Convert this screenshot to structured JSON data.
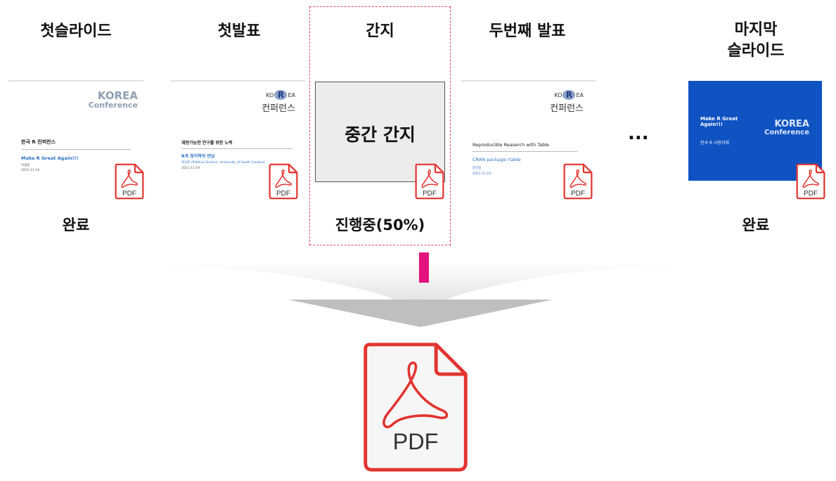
{
  "stages": [
    {
      "title": "첫슬라이드",
      "status": "완료",
      "slide": {
        "logo_line1": "KOREA",
        "logo_line2": "Conference",
        "heading": "한국 R 컨퍼런스",
        "subtitle": "Make R Great Again!!!",
        "author": "이광춘",
        "date": "2021-11-19"
      }
    },
    {
      "title": "첫발표",
      "status": "",
      "slide": {
        "logo_line1_left": "KO",
        "logo_line1_r": "R",
        "logo_line1_right": "EA",
        "logo_line2": "컨퍼런스",
        "heading": "재현가능한 연구를 위한 노력",
        "subtitle": "R과 정치학의 만남",
        "author": "박상훈 (Political Science, University of South Carolina)",
        "date": "2021-11-19"
      }
    },
    {
      "title": "간지",
      "status": "진행중(50%)",
      "slide": {
        "label": "중간 간지"
      }
    },
    {
      "title": "두번째 발표",
      "status": "",
      "slide": {
        "logo_line1_left": "KO",
        "logo_line1_r": "R",
        "logo_line1_right": "EA",
        "logo_line2": "컨퍼런스",
        "heading": "Reproducible Reaserch with Table",
        "subtitle": "CRAN package rtable",
        "author": "문건웅",
        "date": "2021-11-19"
      }
    },
    {
      "title": "마지막\n슬라이드",
      "title_line1": "마지막",
      "title_line2": "슬라이드",
      "status": "완료",
      "slide": {
        "text_line1": "Make R Great",
        "text_line2": "Again!!!",
        "org": "한국 R 사용자회",
        "logo_line1": "KOREA",
        "logo_line2": "Conference"
      }
    }
  ],
  "ellipsis": "...",
  "pdf_label": "PDF",
  "colors": {
    "pdf_red": "#e3342f",
    "dashed_border": "#e04656",
    "progress_bar": "#e4127e",
    "blue_slide": "#0f53c2",
    "grey_slide": "#ececec"
  }
}
